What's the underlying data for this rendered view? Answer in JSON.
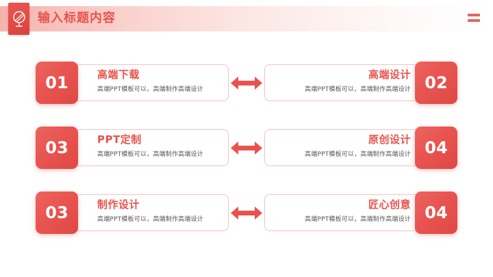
{
  "header": {
    "title": "输入标题内容",
    "icon": "globe-stand-icon",
    "menu_icon": "hamburger-icon",
    "band_color_start": "#f5b3ad",
    "band_color_end": "#ffffff",
    "icon_box_color": "#e8564f",
    "title_color": "#e8534d"
  },
  "theme": {
    "accent": "#e8534d",
    "num_box_color": "#e85450",
    "card_border": "#f3c3bf",
    "desc_color": "#555555",
    "arrow_color": "#e8534d"
  },
  "arrow_icon": "double-arrow-horizontal-icon",
  "rows": [
    {
      "left": {
        "number": "01",
        "title": "高端下载",
        "desc": "高端PPT模板可以，高端制作高端设计"
      },
      "right": {
        "number": "02",
        "title": "高端设计",
        "desc": "高端PPT模板可以，高端制作高端设计"
      }
    },
    {
      "left": {
        "number": "03",
        "title": "PPT定制",
        "desc": "高端PPT模板可以，高端制作高端设计"
      },
      "right": {
        "number": "04",
        "title": "原创设计",
        "desc": "高端PPT模板可以，高端制作高端设计"
      }
    },
    {
      "left": {
        "number": "03",
        "title": "制作设计",
        "desc": "高端PPT模板可以，高端制作高端设计"
      },
      "right": {
        "number": "04",
        "title": "匠心创意",
        "desc": "高端PPT模板可以，高端制作高端设计"
      }
    }
  ]
}
